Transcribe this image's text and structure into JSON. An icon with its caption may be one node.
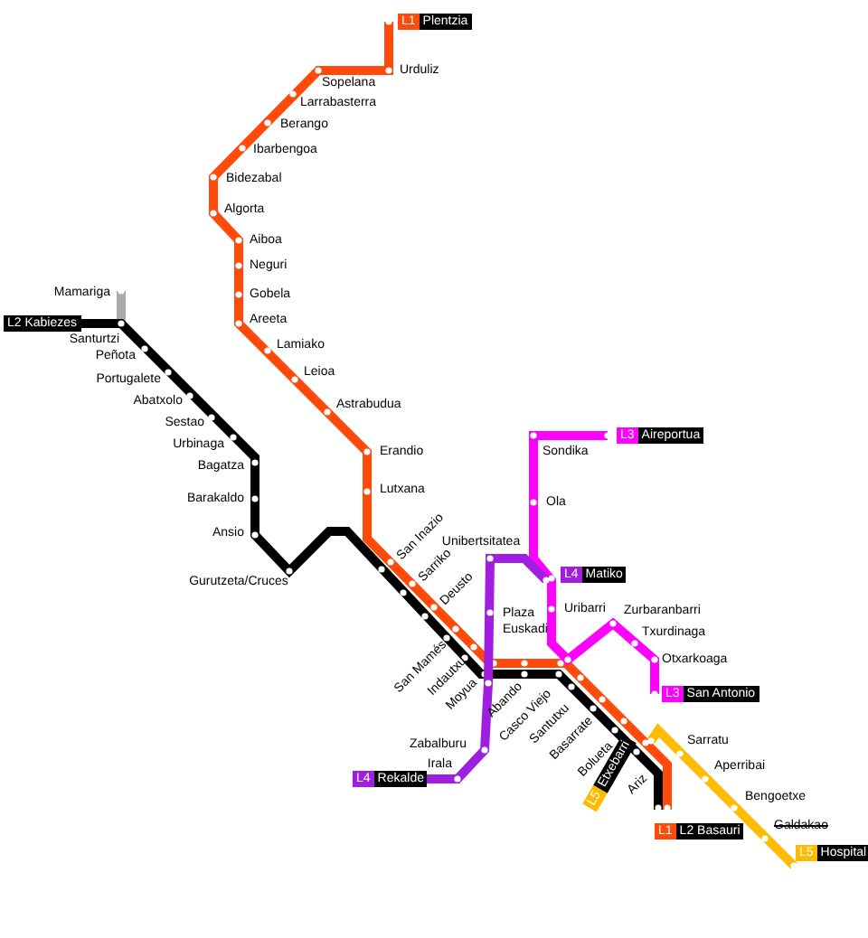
{
  "diagram": {
    "labels": [
      "L1",
      "Plentzia",
      "Urduliz",
      "Sopelana",
      "Larrabasterra",
      "Berango",
      "Ibarbengoa",
      "Bidezabal",
      "Algorta",
      "Aiboa",
      "Neguri",
      "Gobela",
      "Areeta",
      "Lamiako",
      "Leioa",
      "Astrabudua",
      "Erandio",
      "Lutxana",
      "San Inazio",
      "Sarriko",
      "Deusto",
      "Mamariga",
      "L2 Kabiezes",
      "Santurtzi",
      "Peñota",
      "Portugalete",
      "Abatxolo",
      "Sestao",
      "Urbinaga",
      "Bagatza",
      "Barakaldo",
      "Ansio",
      "Gurutzeta/Cruces",
      "L3",
      "Aireportua",
      "Sondika",
      "Ola",
      "Unibertsitatea",
      "L4",
      "Matiko",
      "Plaza Euskadi",
      "Uribarri",
      "Zurbaranbarri",
      "Txurdinaga",
      "Otxarkoaga",
      "San Mamés",
      "Indautxu",
      "Moyua",
      "Abando",
      "Casco Viejo",
      "Santutxu",
      "L3",
      "San Antonio",
      "Basarrate",
      "Zabalburu",
      "Bolueta",
      "Sarratu",
      "L4",
      "Rekalde",
      "Irala",
      "Ariz",
      "Aperribai",
      "L5",
      "Etxebarri",
      "Bengoetxe",
      "Galdakao",
      "L1",
      "L2 Basauri",
      "L5",
      "Hospital"
    ]
  }
}
